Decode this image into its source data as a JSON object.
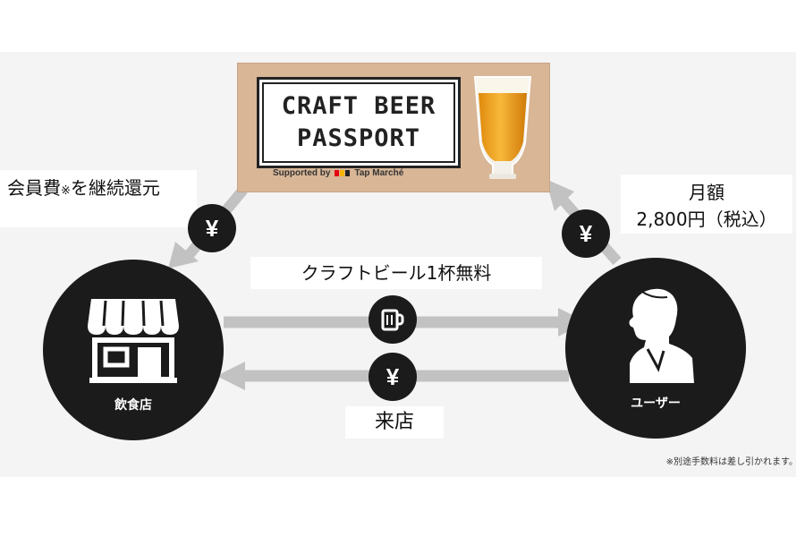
{
  "passport": {
    "title_line1": "CRAFT BEER",
    "title_line2": "PASSPORT",
    "supported_by": "Supported by",
    "brand": "Tap Marché",
    "brand_colors": [
      "#e60012",
      "#f7b500",
      "#222222"
    ]
  },
  "nodes": {
    "restaurant_label": "飲食店",
    "user_label": "ユーザー"
  },
  "flows": {
    "membership_return": "会員費",
    "membership_return_mark": "※",
    "membership_return_tail": "を継続還元",
    "monthly_line1": "月額",
    "monthly_line2": "2,800円（税込）",
    "free_beer": "クラフトビール1杯無料",
    "visit": "来店",
    "yen_symbol": "¥"
  },
  "note": "※別途手数料は差し引かれます。",
  "colors": {
    "arrow": "#c2c2c2",
    "node": "#1b1b1b",
    "panel": "#f4f4f4",
    "passport_bg": "#d8b696"
  },
  "icons": {
    "restaurant": "storefront-icon",
    "user": "person-silhouette-icon",
    "beer_mug": "beer-mug-icon",
    "beer_glass": "beer-glass-icon",
    "yen": "yen-icon"
  }
}
